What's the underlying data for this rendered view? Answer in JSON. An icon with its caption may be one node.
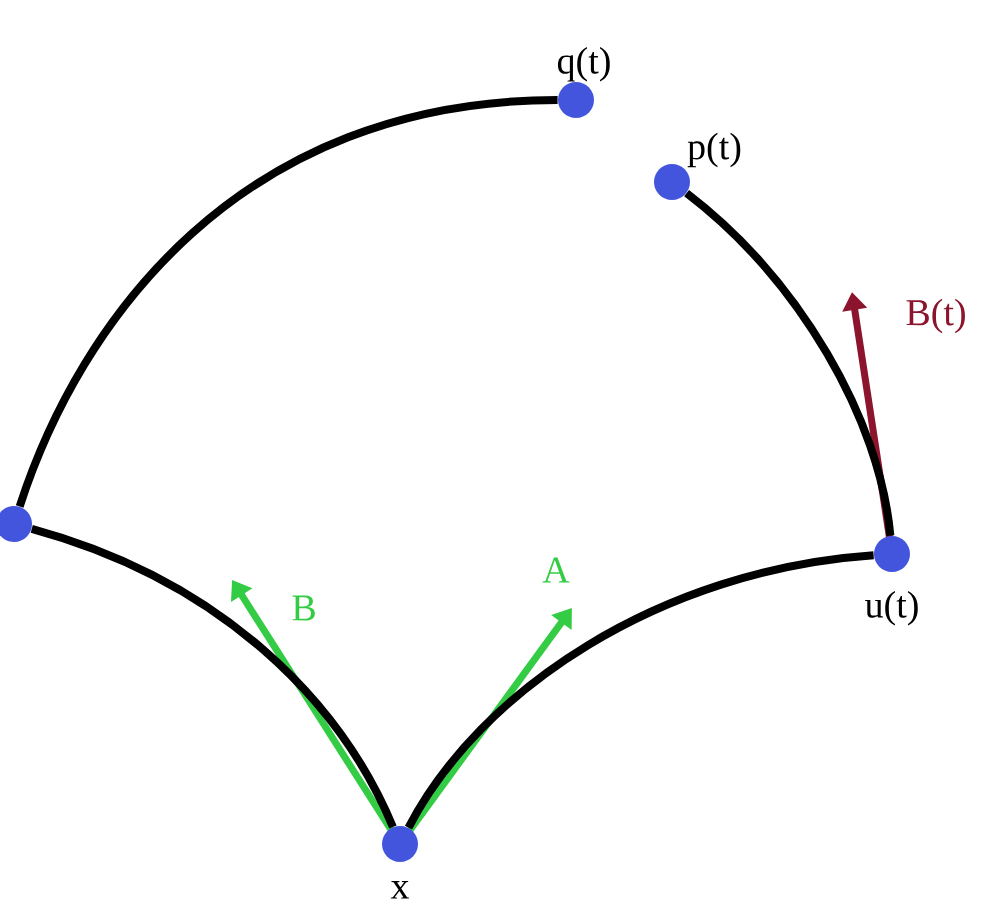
{
  "diagram": {
    "nodes": [
      {
        "text": [],
        "shape": "circle",
        "beside": [
          "q(t)"
        ]
      },
      {
        "text": [],
        "shape": "circle",
        "beside": [
          "p(t)"
        ]
      },
      {
        "text": [],
        "shape": "circle"
      },
      {
        "text": [],
        "shape": "circle",
        "beside": [
          "u(t)"
        ]
      },
      {
        "text": [],
        "shape": "circle",
        "beside": [
          "x"
        ]
      }
    ],
    "edges": [
      {
        "from": 2,
        "to": 0,
        "arrow": "none"
      },
      {
        "from": 1,
        "to": 3,
        "arrow": "none"
      },
      {
        "from": 2,
        "to": 4,
        "arrow": "none"
      },
      {
        "from": 3,
        "to": 4,
        "arrow": "none"
      }
    ],
    "labels": [
      "B",
      "A",
      "B(t)"
    ]
  }
}
